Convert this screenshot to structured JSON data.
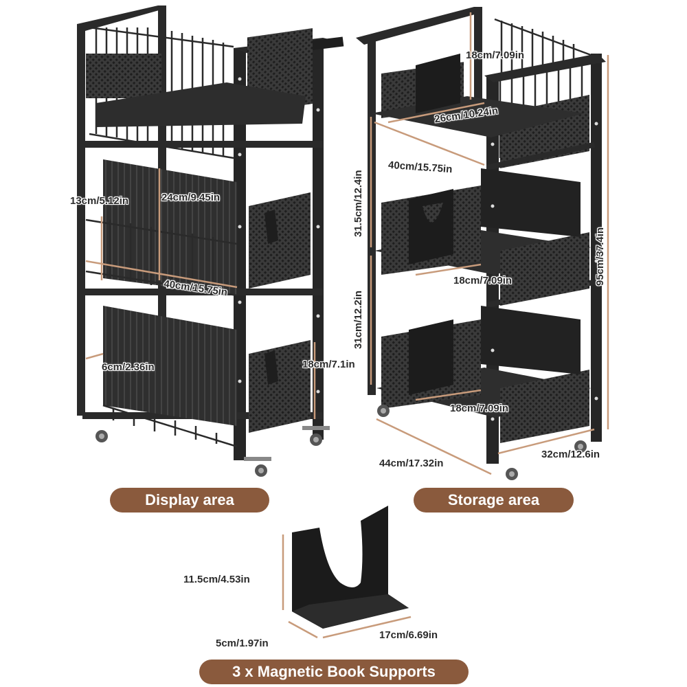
{
  "labels": {
    "display_area": "Display area",
    "storage_area": "Storage area",
    "book_supports": "3 x Magnetic Book Supports"
  },
  "dimensions": {
    "display_height_inner": "24cm/9.45in",
    "display_depth_side": "13cm/5.12in",
    "display_width": "40cm/15.75in",
    "display_lip": "6cm/2.36in",
    "display_side_basket": "18cm/7.1in",
    "storage_top_basket_height": "18cm/7.09in",
    "storage_top_shelf_depth": "26cm/10.24in",
    "storage_shelf_width": "40cm/15.75in",
    "storage_upper_gap": "31.5cm/12.4in",
    "storage_lower_gap": "31cm/12.2in",
    "storage_mid_shelf": "18cm/7.09in",
    "storage_bottom_shelf": "18cm/7.09in",
    "storage_total_height": "95cm/37.4in",
    "storage_base_length": "44cm/17.32in",
    "storage_base_width": "32cm/12.6in",
    "support_height": "11.5cm/4.53in",
    "support_depth": "5cm/1.97in",
    "support_width": "17cm/6.69in"
  },
  "colors": {
    "frame": "#2a2a2a",
    "accent_pill": "#8a5a3d",
    "dimension_line": "#c89b7b"
  }
}
